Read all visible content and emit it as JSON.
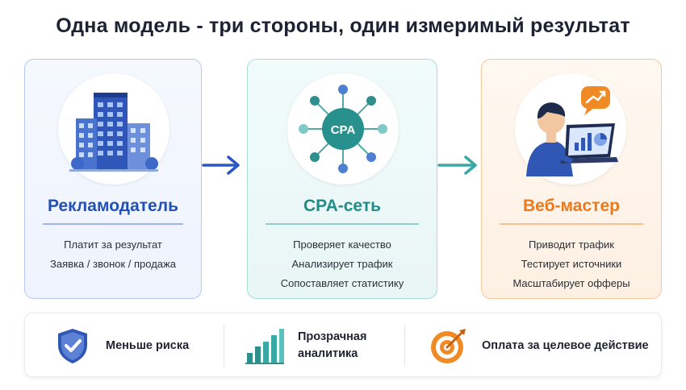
{
  "title": "Одна модель - три стороны, один измеримый результат",
  "cards": [
    {
      "id": "advertiser",
      "title": "Рекламодатель",
      "icon": "office-building-icon",
      "lines": [
        "Платит за результат",
        "Заявка / звонок / продажа"
      ]
    },
    {
      "id": "cpa",
      "title": "CPA-сеть",
      "icon": "network-hub-icon",
      "hub_label": "CPA",
      "lines": [
        "Проверяет качество",
        "Анализирует трафик",
        "Сопоставляет статистику"
      ]
    },
    {
      "id": "webmaster",
      "title": "Веб-мастер",
      "icon": "person-laptop-icon",
      "lines": [
        "Приводит трафик",
        "Тестирует источники",
        "Масштабирует офферы"
      ]
    }
  ],
  "benefits": [
    {
      "icon": "shield-check-icon",
      "lines": [
        "Меньше риска"
      ]
    },
    {
      "icon": "bar-chart-icon",
      "lines": [
        "Прозрачная",
        "аналитика"
      ]
    },
    {
      "icon": "target-arrow-icon",
      "lines": [
        "Оплата за целевое действие"
      ]
    }
  ],
  "colors": {
    "advertiser": "#2350b4",
    "cpa": "#1f8d8a",
    "webmaster": "#ec7a1c"
  }
}
